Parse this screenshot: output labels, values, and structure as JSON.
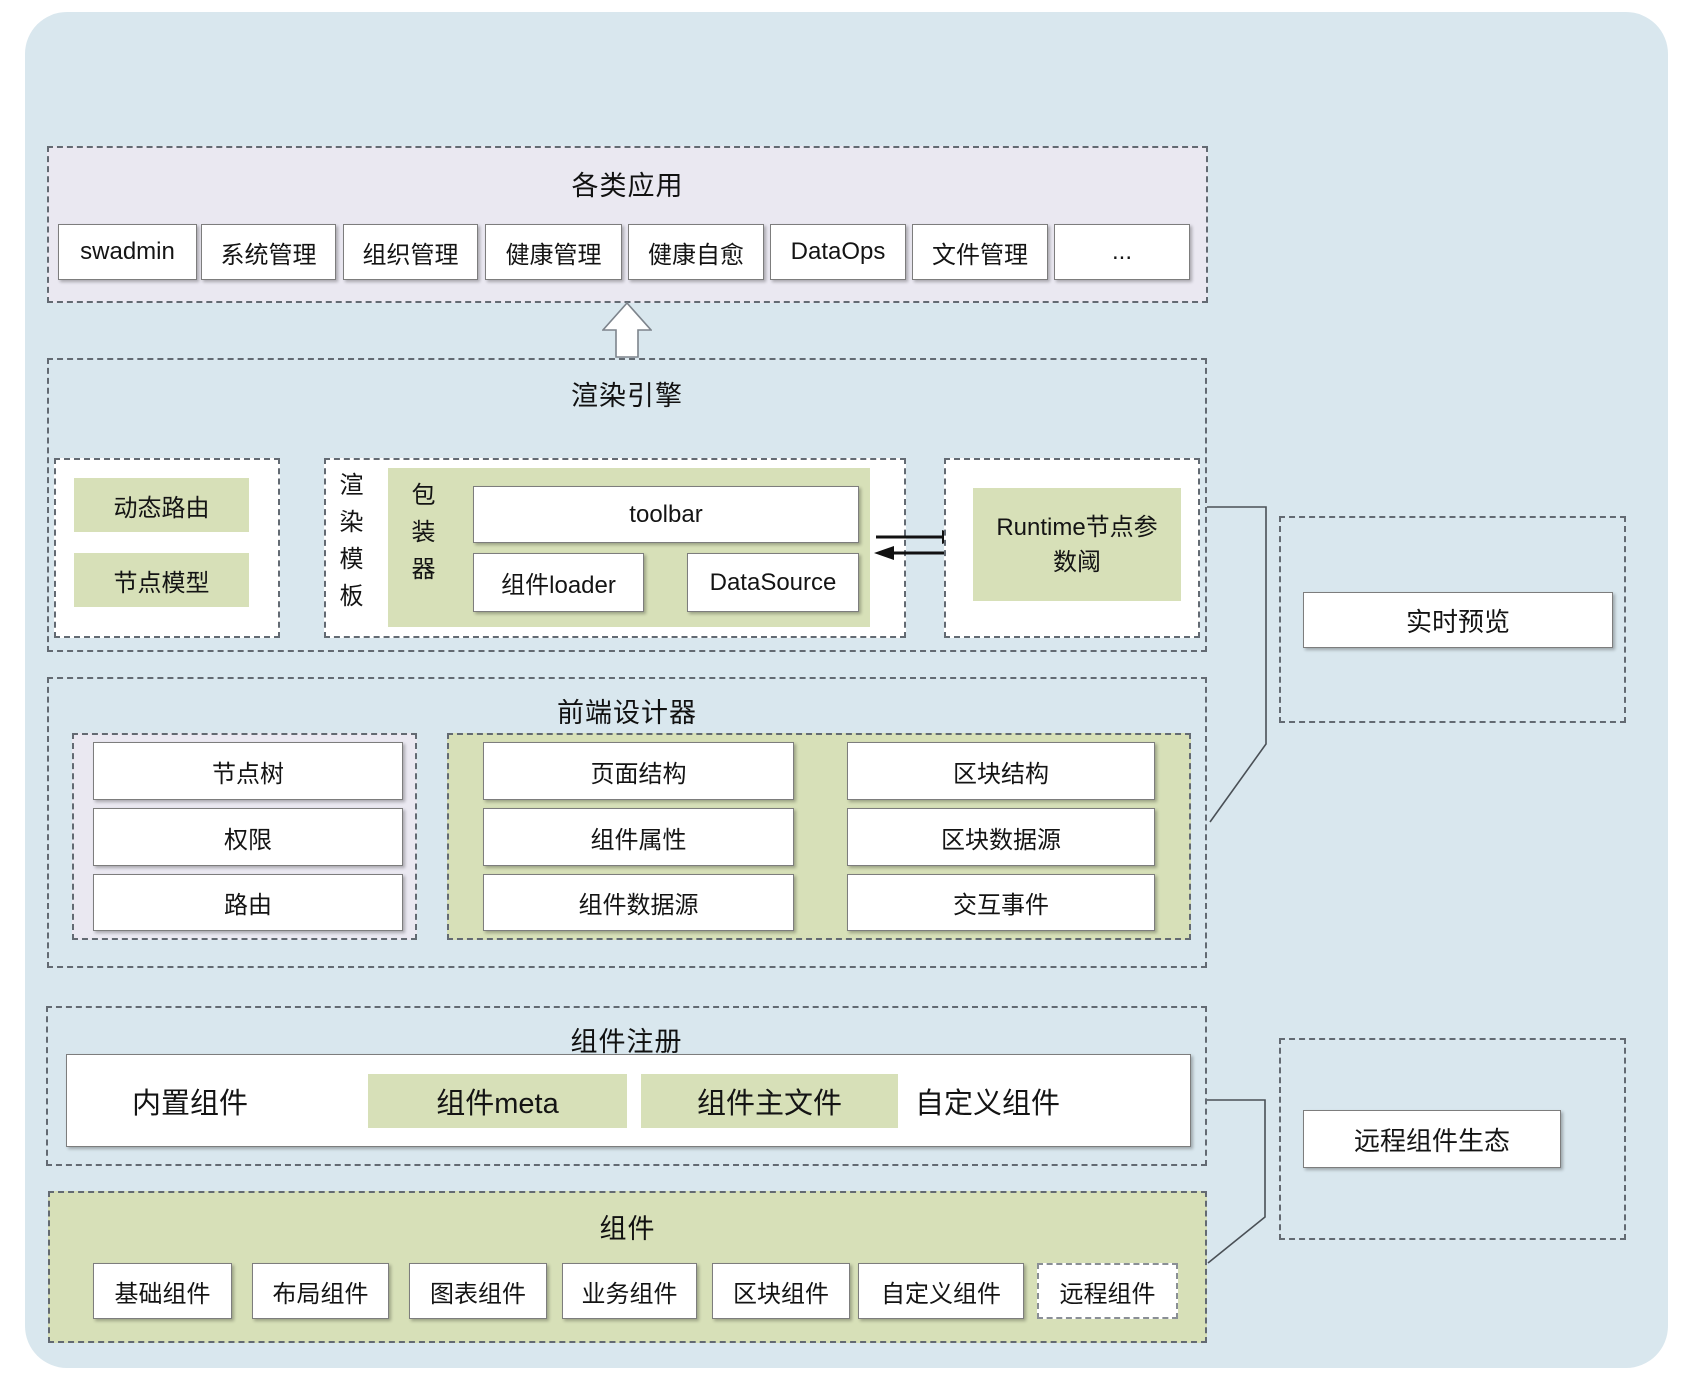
{
  "colors": {
    "panel_blue": "#d9e7ee",
    "lavender": "#eae8f1",
    "accent_green": "#d7e0b8",
    "line_grey": "#4a5056"
  },
  "apps": {
    "title": "各类应用",
    "items": [
      "swadmin",
      "系统管理",
      "组织管理",
      "健康管理",
      "健康自愈",
      "DataOps",
      "文件管理",
      "..."
    ]
  },
  "engine": {
    "title": "渲染引擎",
    "dynamic_routing": "动态路由",
    "node_model": "节点模型",
    "render_template": "渲染模板",
    "wrapper": "包装器",
    "toolbar": "toolbar",
    "component_loader": "组件loader",
    "datasource": "DataSource",
    "runtime_line1": "Runtime节点参",
    "runtime_line2": "数阈"
  },
  "designer": {
    "title": "前端设计器",
    "left_items": [
      "节点树",
      "权限",
      "路由"
    ],
    "middle_items": [
      "页面结构",
      "组件属性",
      "组件数据源"
    ],
    "right_items": [
      "区块结构",
      "区块数据源",
      "交互事件"
    ]
  },
  "registry": {
    "title": "组件注册",
    "builtin": "内置组件",
    "meta": "组件meta",
    "main_file": "组件主文件",
    "custom": "自定义组件"
  },
  "components": {
    "title": "组件",
    "items": [
      "基础组件",
      "布局组件",
      "图表组件",
      "业务组件",
      "区块组件",
      "自定义组件",
      "远程组件"
    ]
  },
  "side": {
    "preview": "实时预览",
    "ecosystem": "远程组件生态"
  }
}
